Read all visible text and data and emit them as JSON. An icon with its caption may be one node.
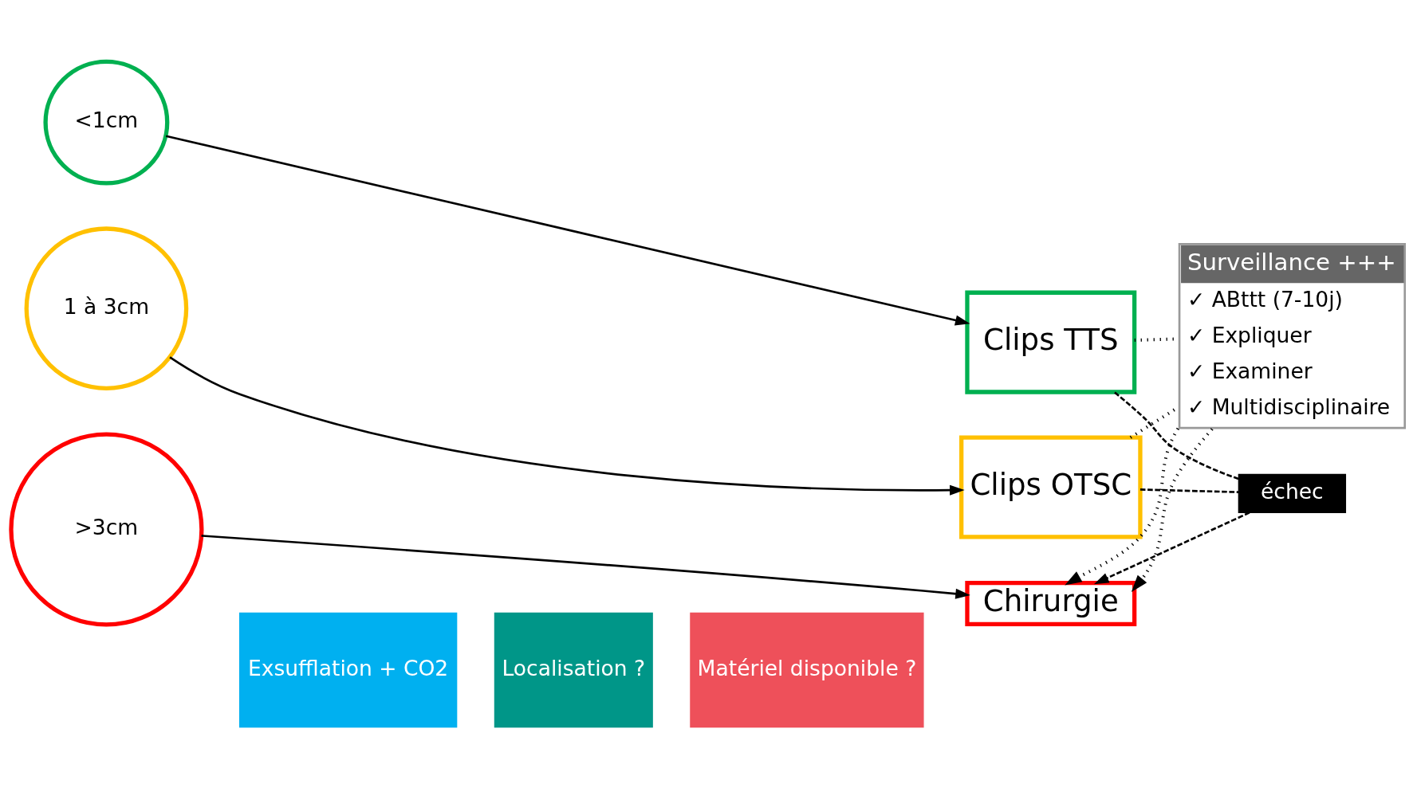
{
  "diagram": {
    "nodes": [
      {
        "text": [
          "<1cm"
        ]
      },
      {
        "text": [
          "1 à 3cm"
        ]
      },
      {
        "text": [
          ">3cm"
        ]
      },
      {
        "text": [
          "Exsufflation + CO2"
        ]
      },
      {
        "text": [
          "Localisation ?"
        ]
      },
      {
        "text": [
          "Matériel disponible ?"
        ]
      },
      {
        "text": [
          "Clips TTS"
        ]
      },
      {
        "text": [
          "Clips OTSC"
        ]
      },
      {
        "text": [
          "Chirurgie"
        ]
      },
      {
        "text": [
          "Surveillance +++",
          "✓ ABttt (7-10j)",
          "✓ Expliquer",
          "✓ Examiner",
          "✓ Multidisciplinaire"
        ]
      },
      {
        "text": [
          "échec"
        ]
      }
    ],
    "edges": [
      {
        "from": 0,
        "to": 6,
        "arrow": "to"
      },
      {
        "from": 1,
        "to": 7,
        "arrow": "to"
      },
      {
        "from": 2,
        "to": 8,
        "arrow": "to"
      },
      {
        "from": 6,
        "to": 10,
        "arrow": "none",
        "style": "dashed"
      },
      {
        "from": 7,
        "to": 10,
        "arrow": "none",
        "style": "dashed"
      },
      {
        "from": 10,
        "to": 8,
        "arrow": "to",
        "style": "dashed"
      },
      {
        "from": 6,
        "to": 9,
        "arrow": "none",
        "style": "dashed"
      },
      {
        "from": 7,
        "to": 9,
        "arrow": "none",
        "style": "dashed"
      },
      {
        "from": 9,
        "to": 8,
        "arrow": "to",
        "style": "dashed"
      },
      {
        "from": 9,
        "to": 8,
        "arrow": "to",
        "style": "dashed"
      }
    ]
  }
}
